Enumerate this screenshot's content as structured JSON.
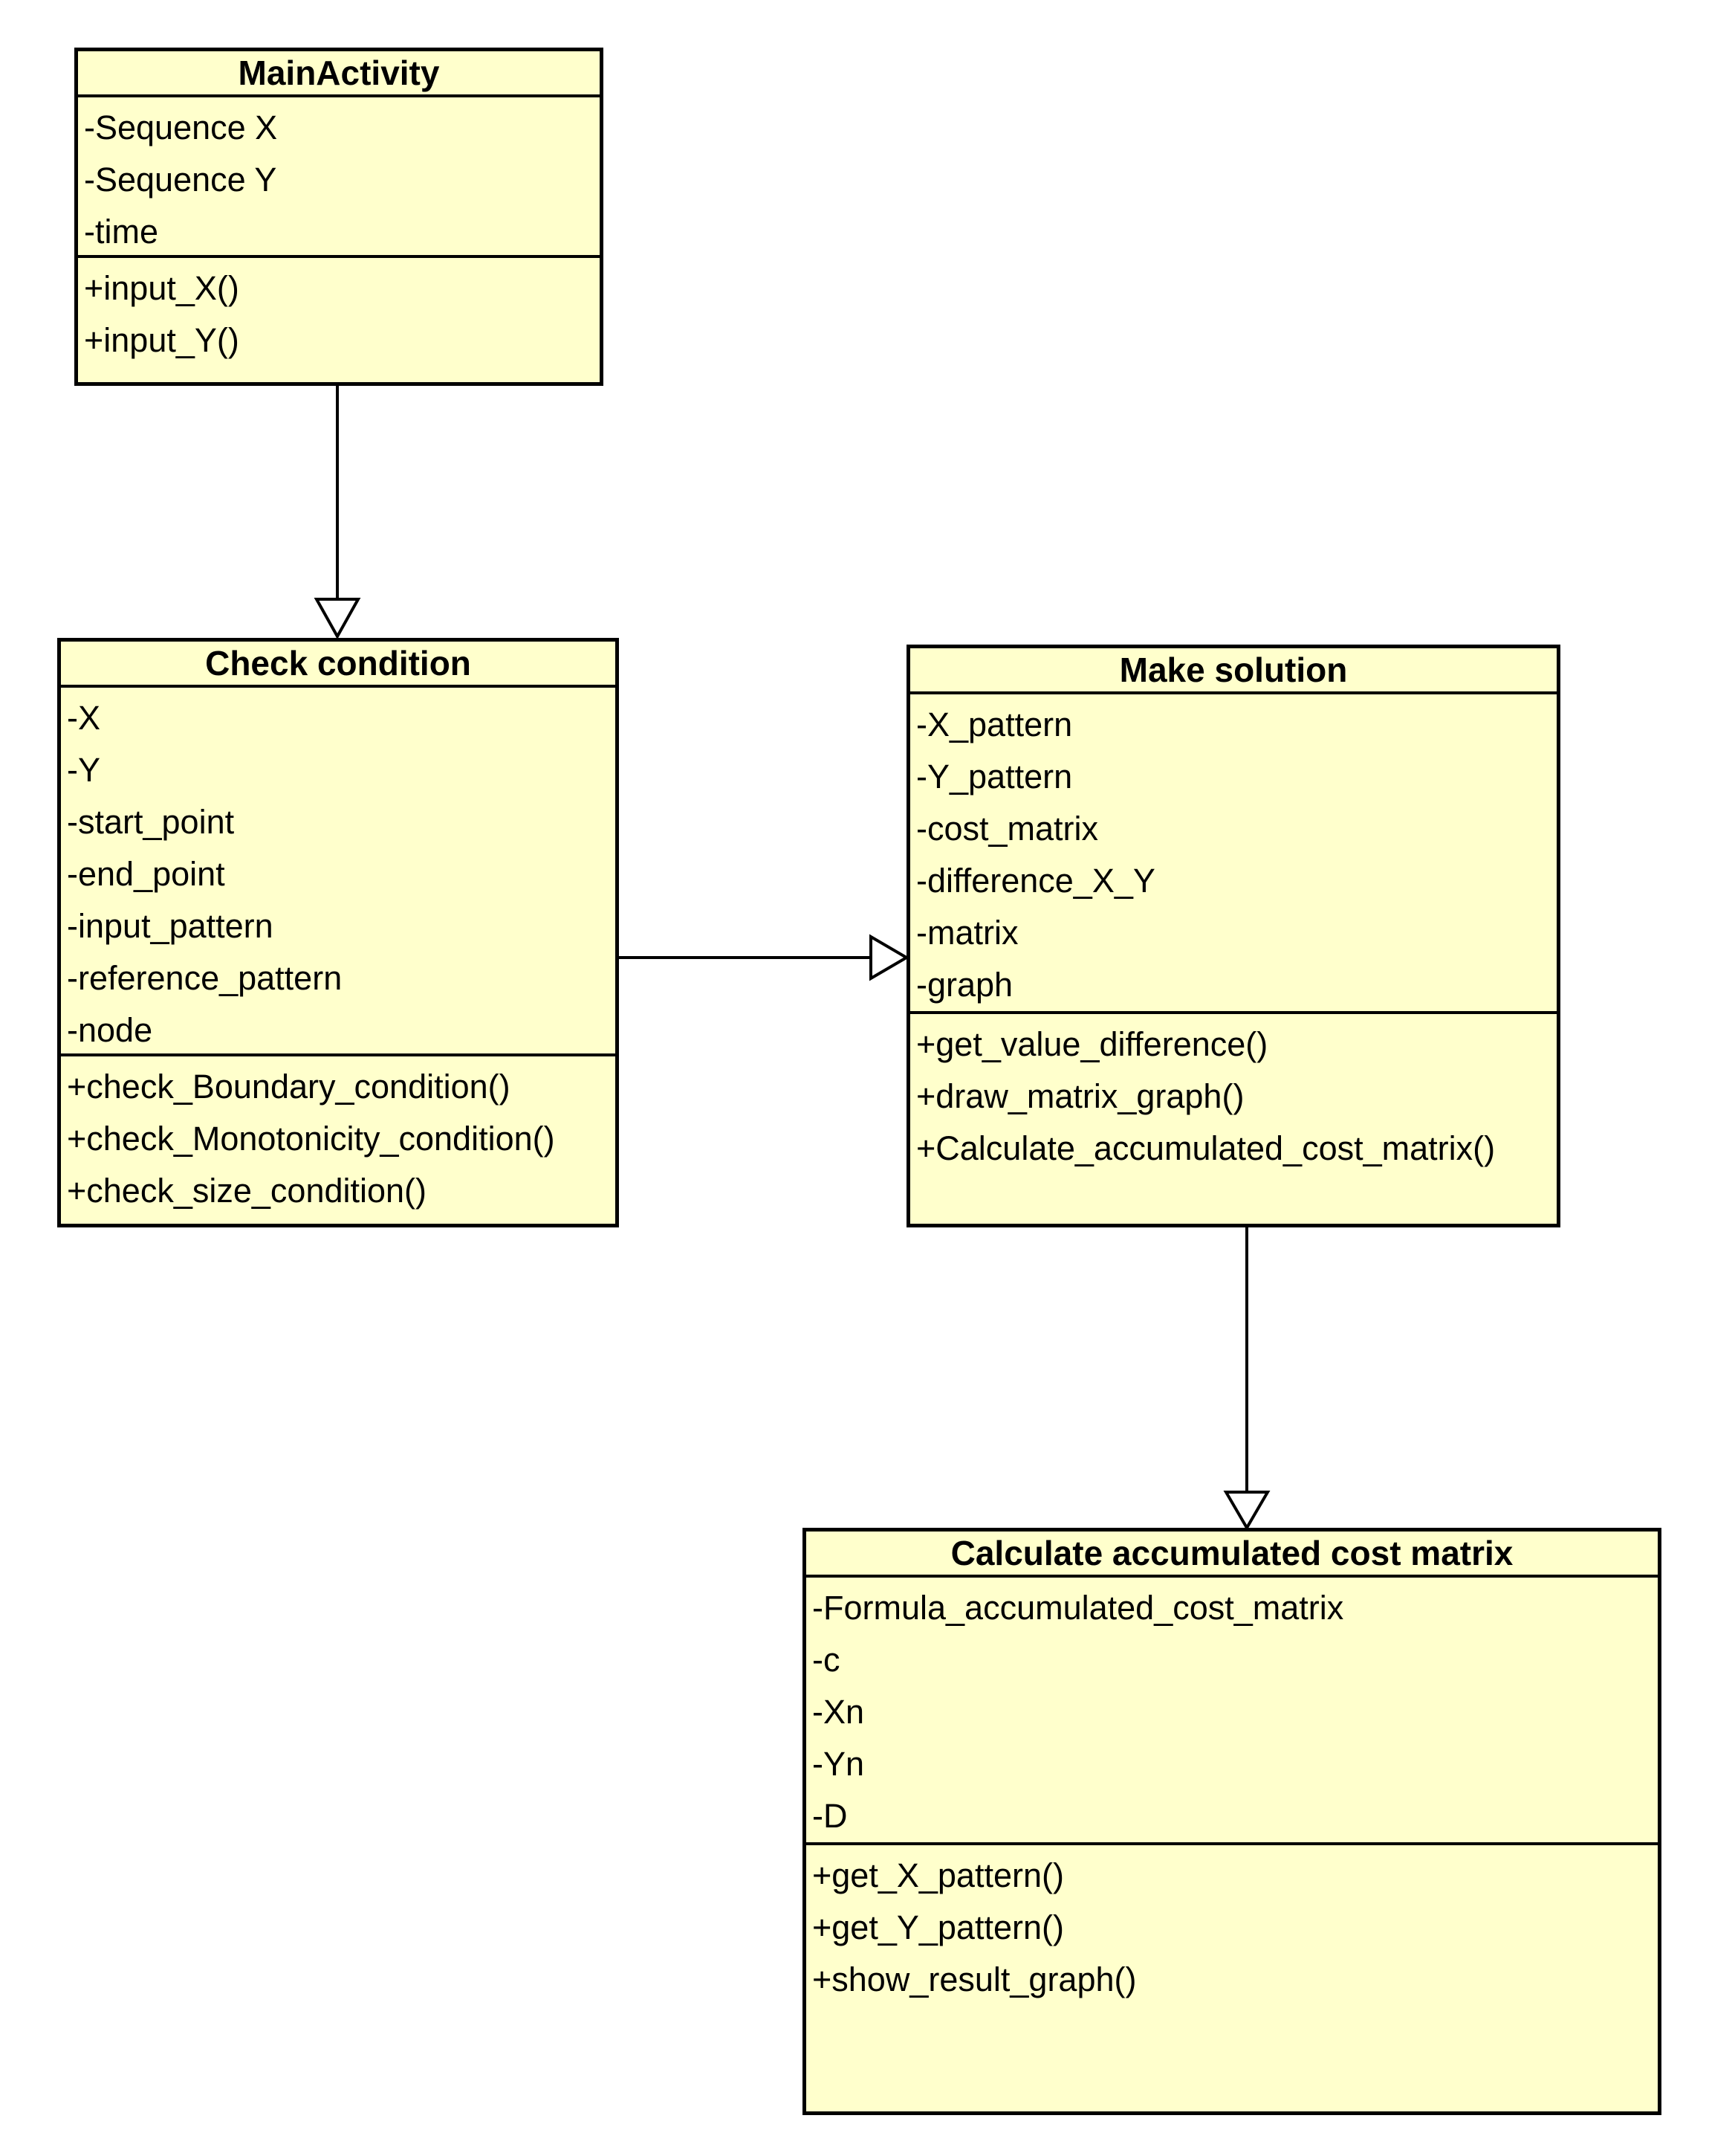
{
  "classes": [
    {
      "title": "MainActivity",
      "attributes": [
        "-Sequence X",
        "-Sequence Y",
        "-time"
      ],
      "methods": [
        "+input_X()",
        "+input_Y()"
      ]
    },
    {
      "title": "Check condition",
      "attributes": [
        "-X",
        "-Y",
        "-start_point",
        "-end_point",
        "-input_pattern",
        "-reference_pattern",
        "-node"
      ],
      "methods": [
        "+check_Boundary_condition()",
        "+check_Monotonicity_condition()",
        "+check_size_condition()"
      ]
    },
    {
      "title": "Make solution",
      "attributes": [
        "-X_pattern",
        "-Y_pattern",
        "-cost_matrix",
        "-difference_X_Y",
        "-matrix",
        "-graph"
      ],
      "methods": [
        "+get_value_difference()",
        "+draw_matrix_graph()",
        "+Calculate_accumulated_cost_matrix()"
      ]
    },
    {
      "title": "Calculate accumulated cost matrix",
      "attributes": [
        "-Formula_accumulated_cost_matrix",
        "-c",
        "-Xn",
        "-Yn",
        "-D"
      ],
      "methods": [
        "+get_X_pattern()",
        "+get_Y_pattern()",
        "+show_result_graph()"
      ]
    }
  ],
  "connectors": [
    {
      "from": "MainActivity",
      "to": "Check condition",
      "type": "generalization",
      "direction": "down"
    },
    {
      "from": "Check condition",
      "to": "Make solution",
      "type": "generalization",
      "direction": "right"
    },
    {
      "from": "Make solution",
      "to": "Calculate accumulated cost matrix",
      "type": "generalization",
      "direction": "down"
    }
  ],
  "colors": {
    "class_fill": "#ffffcc",
    "class_border": "#000000",
    "background": "#ffffff",
    "text": "#000000"
  }
}
